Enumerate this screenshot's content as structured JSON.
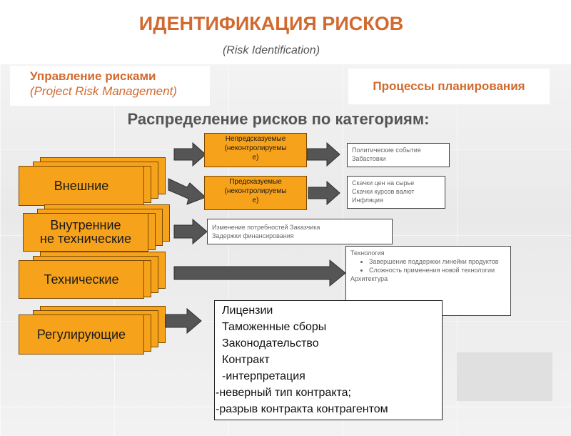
{
  "title": "ИДЕНТИФИКАЦИЯ РИСКОВ",
  "subtitle": "(Risk Identification)",
  "header_left": {
    "line1": "Управление рисками",
    "line2": "(Project Risk Management)"
  },
  "header_right": "Процессы планирования",
  "section_title": "Распределение рисков по категориям:",
  "categories": [
    {
      "label": "Внешние"
    },
    {
      "label_line1": "Внутренние",
      "label_line2": "не технические"
    },
    {
      "label": "Технические"
    },
    {
      "label": "Регулирующие"
    }
  ],
  "sublabels": [
    {
      "line1": "Непредсказуемые",
      "line2": "(неконтролируемы",
      "line3": "е)"
    },
    {
      "line1": "Предсказуемые",
      "line2": "(неконтролируемы",
      "line3": "е)"
    }
  ],
  "info_boxes": {
    "unpredictable": [
      "Политические события",
      "Забастовки"
    ],
    "predictable": [
      "Скачки цен на сырье",
      "Скачки курсов валют",
      "Инфляция"
    ],
    "internal": [
      "Изменение потребностей Заказчика",
      "Задержки финансирования"
    ],
    "technical": {
      "heading": "Технология",
      "bullets": [
        "Завершение поддержки линейки продуктов",
        "Сложность применения новой технологии"
      ],
      "trailing": "Архитектура"
    }
  },
  "regulatory_list": [
    "Лицензии",
    "Таможенные сборы",
    "Законодательство",
    "Контракт",
    "-интерпретация",
    "-неверный тип контракта;",
    "-разрыв контракта контрагентом"
  ],
  "colors": {
    "accent": "#d2692e",
    "card": "#f7a21b",
    "arrow": "#555555"
  }
}
